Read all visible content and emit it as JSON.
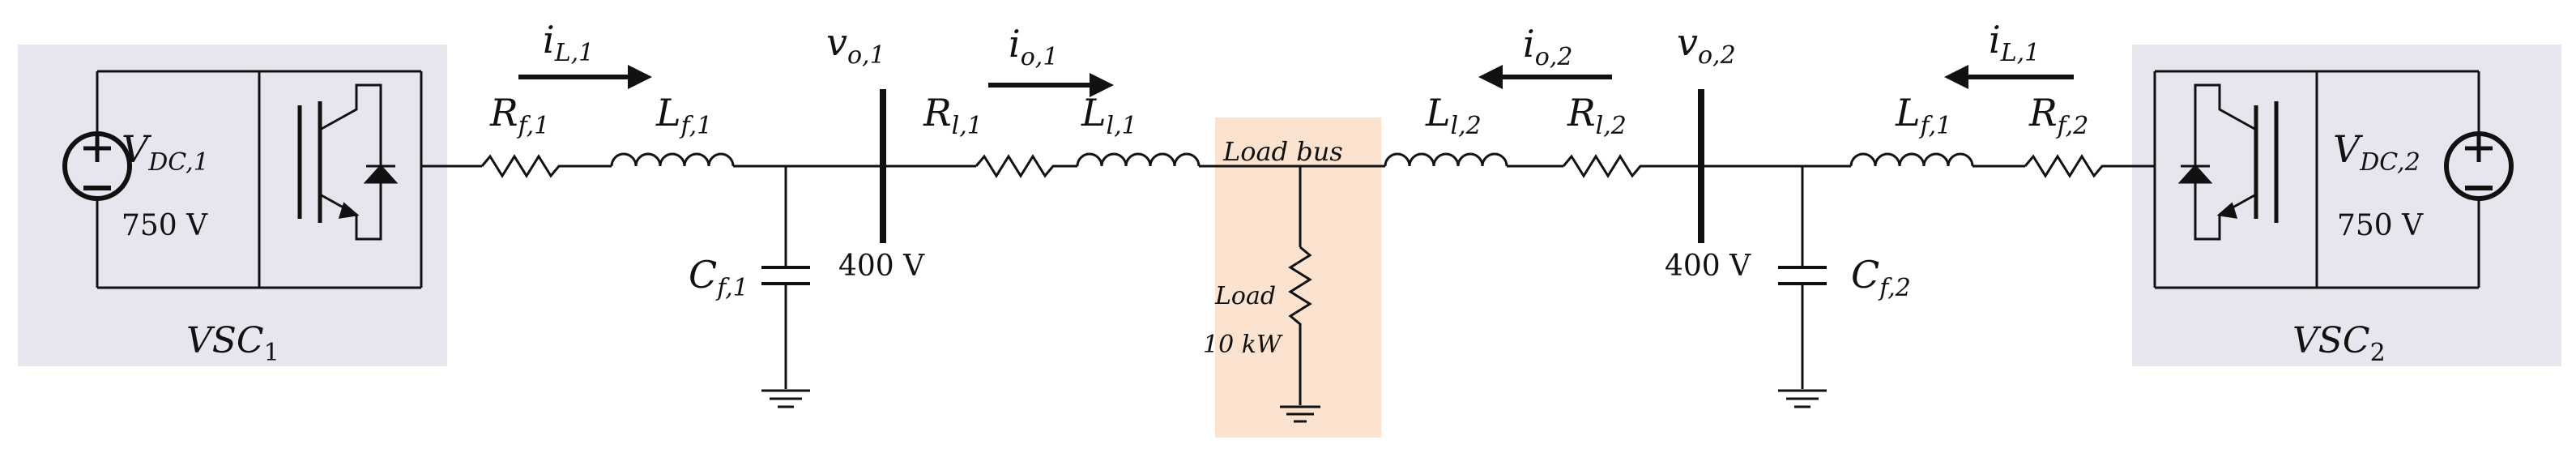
{
  "colors": {
    "converter_panel": "#e8e5ef",
    "load_panel": "#fbe3cf",
    "wire": "#111111"
  },
  "left": {
    "source_sym": "V",
    "source_sub": "DC,1",
    "source_voltage": "750 V",
    "vsc_sym": "VSC",
    "vsc_sub": "1",
    "current_sym": "i",
    "current_sub": "L,1",
    "rf_sym": "R",
    "rf_sub": "f,1",
    "lf_sym": "L",
    "lf_sub": "f,1",
    "cf_sym": "C",
    "cf_sub": "f,1",
    "vo_sym": "v",
    "vo_sub": "o,1",
    "bus_voltage": "400 V",
    "io_sym": "i",
    "io_sub": "o,1",
    "rl_sym": "R",
    "rl_sub": "l,1",
    "ll_sym": "L",
    "ll_sub": "l,1"
  },
  "center": {
    "bus_label": "Load bus",
    "load_label": "Load",
    "load_power": "10 kW"
  },
  "right": {
    "source_sym": "V",
    "source_sub": "DC,2",
    "source_voltage": "750 V",
    "vsc_sym": "VSC",
    "vsc_sub": "2",
    "current_sym": "i",
    "current_sub": "L,1",
    "rf_sym": "R",
    "rf_sub": "f,2",
    "lf_sym": "L",
    "lf_sub": "f,1",
    "cf_sym": "C",
    "cf_sub": "f,2",
    "vo_sym": "v",
    "vo_sub": "o,2",
    "bus_voltage": "400 V",
    "io_sym": "i",
    "io_sub": "o,2",
    "rl_sym": "R",
    "rl_sub": "l,2",
    "ll_sym": "L",
    "ll_sub": "l,2"
  },
  "icons": {
    "source": "dc-voltage-source-icon",
    "switch": "igbt-switch-icon",
    "ground": "ground-icon"
  }
}
